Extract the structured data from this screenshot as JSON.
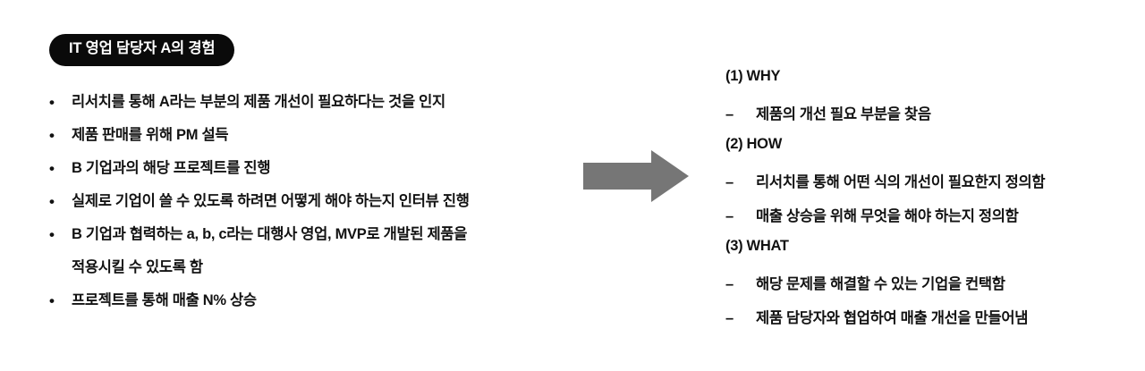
{
  "slide": {
    "background_color": "#ffffff",
    "text_color": "#121212"
  },
  "left": {
    "title_pill": {
      "label": "IT 영업 담당자 A의 경험",
      "background_color": "#0a0a0a",
      "text_color": "#ffffff"
    },
    "bullet_marker": "•",
    "items": [
      {
        "text": "리서치를 통해 A라는 부분의 제품 개선이 필요하다는 것을 인지"
      },
      {
        "text": "제품 판매를 위해 PM 설득"
      },
      {
        "text": "B 기업과의 해당 프로젝트를 진행"
      },
      {
        "text": "실제로 기업이 쓸 수 있도록 하려면 어떻게 해야 하는지 인터뷰 진행"
      },
      {
        "text": "B 기업과 협력하는 a, b, c라는 대행사 영업, MVP로 개발된 제품을\n적용시킬 수 있도록 함"
      },
      {
        "text": "프로젝트를 통해 매출 N% 상승"
      }
    ]
  },
  "arrow": {
    "icon": "arrow-right-icon",
    "color": "#767676",
    "direction": "right"
  },
  "right": {
    "dash_marker": "–",
    "rows": [
      {
        "kind": "heading",
        "marker": "",
        "text": "(1) WHY"
      },
      {
        "kind": "sub",
        "marker": "–",
        "text": "제품의 개선 필요 부분을 찾음"
      },
      {
        "kind": "heading",
        "marker": "",
        "text": "(2) HOW"
      },
      {
        "kind": "sub",
        "marker": "–",
        "text": "리서치를 통해 어떤 식의 개선이 필요한지 정의함"
      },
      {
        "kind": "sub",
        "marker": "–",
        "text": "매출 상승을 위해 무엇을 해야 하는지 정의함"
      },
      {
        "kind": "heading",
        "marker": "",
        "text": "(3) WHAT"
      },
      {
        "kind": "sub",
        "marker": "–",
        "text": "해당 문제를 해결할 수 있는 기업을 컨택함"
      },
      {
        "kind": "sub",
        "marker": "–",
        "text": "제품 담당자와 협업하여 매출 개선을 만들어냄"
      }
    ]
  }
}
